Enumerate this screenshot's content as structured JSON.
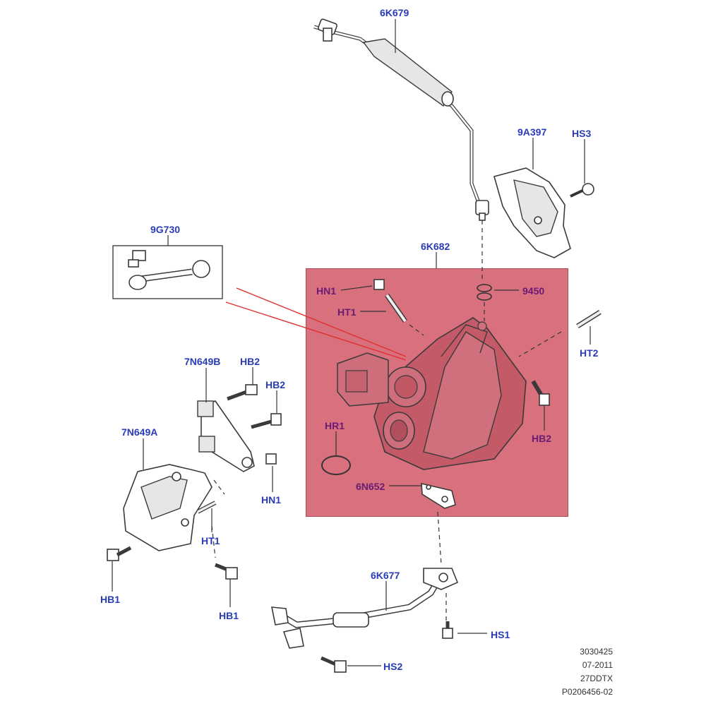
{
  "diagram": {
    "highlight_color": "#d9707e",
    "label_color": "#2a3bb8",
    "inner_label_color": "#6a1b74",
    "callout_line_color": "#e03030",
    "labels": {
      "c6K679": "6K679",
      "c9A397": "9A397",
      "cHS3": "HS3",
      "c9G730": "9G730",
      "c6K682": "6K682",
      "cHN1_in": "HN1",
      "cHT1_in": "HT1",
      "c9450": "9450",
      "cHT2": "HT2",
      "cHB2_in": "HB2",
      "cHR1": "HR1",
      "c6N652": "6N652",
      "c7N649B": "7N649B",
      "cHB2_a": "HB2",
      "cHB2_b": "HB2",
      "cHN1_out": "HN1",
      "c7N649A": "7N649A",
      "cHT1_out": "HT1",
      "cHB1_a": "HB1",
      "cHB1_b": "HB1",
      "c6K677": "6K677",
      "cHS1": "HS1",
      "cHS2": "HS2"
    },
    "footer": {
      "line1": "3030425",
      "line2": "07-2011",
      "line3": "27DDTX",
      "line4": "P0206456-02"
    }
  }
}
